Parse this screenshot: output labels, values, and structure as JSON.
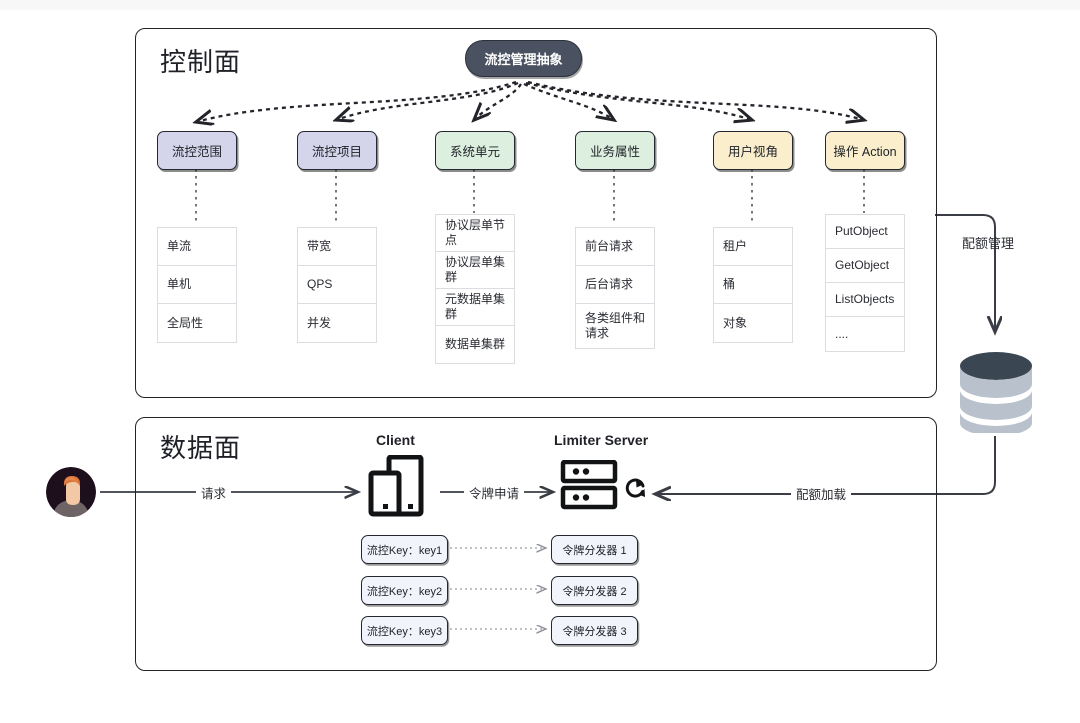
{
  "control_plane": {
    "title": "控制面",
    "abstraction_node": "流控管理抽象",
    "categories": [
      {
        "label": "流控范围",
        "color": "#d4d4ea",
        "items": [
          "单流",
          "单机",
          "全局性"
        ]
      },
      {
        "label": "流控项目",
        "color": "#d4d4ea",
        "items": [
          "带宽",
          "QPS",
          "并发"
        ]
      },
      {
        "label": "系统单元",
        "color": "#ddefdf",
        "items": [
          "协议层单节点",
          "协议层单集群",
          "元数据单集群",
          "数据单集群"
        ]
      },
      {
        "label": "业务属性",
        "color": "#ddefdf",
        "items": [
          "前台请求",
          "后台请求",
          "各类组件和请求"
        ]
      },
      {
        "label": "用户视角",
        "color": "#faeecd",
        "items": [
          "租户",
          "桶",
          "对象"
        ]
      },
      {
        "label": "操作 Action",
        "color": "#faeecd",
        "items": [
          "PutObject",
          "GetObject",
          "ListObjects",
          "...."
        ]
      }
    ]
  },
  "data_plane": {
    "title": "数据面",
    "client_label": "Client",
    "limiter_label": "Limiter Server",
    "request_edge": "请求",
    "token_edge": "令牌申请",
    "quota_load_edge": "配额加载",
    "key_rows": [
      {
        "key": "流控Key：key1",
        "dispatcher": "令牌分发器 1"
      },
      {
        "key": "流控Key：key2",
        "dispatcher": "令牌分发器 2"
      },
      {
        "key": "流控Key：key3",
        "dispatcher": "令牌分发器 3"
      }
    ]
  },
  "storage": {
    "quota_manage_label": "配额管理",
    "db_icon": "database-cylinder-icon"
  },
  "icons": {
    "user": "user-avatar-icon",
    "client": "mobile-devices-icon",
    "server": "server-rack-icon",
    "refresh": "refresh-sync-icon"
  },
  "colors": {
    "frame_border": "#22242a",
    "abstraction_fill": "#4a5160",
    "lavender": "#d4d4ea",
    "green": "#ddefdf",
    "yellow": "#faeecd",
    "key_fill": "#f2f4fb",
    "db_top": "#3b4653",
    "db_band": "#b9c2cc"
  }
}
